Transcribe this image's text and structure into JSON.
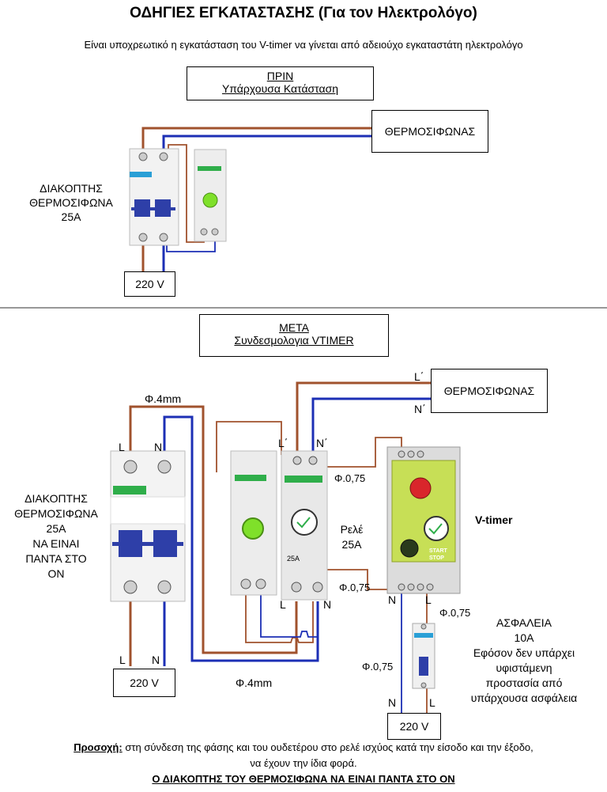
{
  "header": {
    "title": "ΟΔΗΓΙΕΣ ΕΓΚΑΤΑΣΤΑΣΗΣ (Για τον Ηλεκτρολόγο)",
    "subtitle": "Είναι υποχρεωτικό η εγκατάσταση του V-timer να γίνεται από αδειούχο εγκαταστάτη ηλεκτρολόγο"
  },
  "before": {
    "box_line1": "ΠΡΙΝ",
    "box_line2": "Υπάρχουσα Κατάσταση",
    "heater_label": "ΘΕΡΜΟΣΙΦΩΝΑΣ",
    "switch_label_1": "ΔΙΑΚΟΠΤΗΣ",
    "switch_label_2": "ΘΕΡΜΟΣΙΦΩΝΑ",
    "switch_label_3": "25A",
    "supply_label": "220 V"
  },
  "after": {
    "box_line1": "ΜΕΤΑ",
    "box_line2": "Συνδεσμολογια VTIMER",
    "heater_label": "ΘΕΡΜΟΣΙΦΩΝΑΣ",
    "l_prime": "L΄",
    "n_prime": "N΄",
    "l_prime_relay": "L΄",
    "n_prime_relay": "N΄",
    "wire_top": "Φ.4mm",
    "wire_bottom": "Φ.4mm",
    "wire_075_a": "Φ.0,75",
    "wire_075_b": "Φ.0,75",
    "wire_075_c": "Φ.0,75",
    "wire_075_d": "Φ.0,75",
    "switch_l": "L",
    "switch_n": "N",
    "switch_label_1": "ΔΙΑΚΟΠΤΗΣ",
    "switch_label_2": "ΘΕΡΜΟΣΙΦΩΝΑ",
    "switch_label_3": "25A",
    "switch_label_4": "ΝΑ ΕΙΝΑΙ",
    "switch_label_5": "ΠΑΝΤΑ ΣΤΟ",
    "switch_label_6": "ON",
    "relay_label_1": "Ρελέ",
    "relay_label_2": "25A",
    "relay_l": "L",
    "relay_n": "N",
    "vtimer_label": "V-timer",
    "vtimer_n": "N",
    "vtimer_l": "L",
    "supply_l": "L",
    "supply_n": "N",
    "supply_label": "220 V",
    "fuse_n": "N",
    "fuse_l": "L",
    "fuse_supply": "220 V",
    "fuse_label_1": "ΑΣΦΑΛΕΙΑ",
    "fuse_label_2": "10A",
    "fuse_label_3": "Εφόσον δεν υπάρχει",
    "fuse_label_4": "υφιστάμενη",
    "fuse_label_5": "προστασία από",
    "fuse_label_6": "υπάρχουσα ασφάλεια",
    "device_text_start": "START",
    "device_text_stop": "STOP",
    "device_relay_rating": "25A"
  },
  "footer": {
    "note_prefix": "Προσοχή:",
    "note_line1": " στη σύνδεση της φάσης και του ουδετέρου στο ρελέ ισχύος κατά την είσοδο και την έξοδο,",
    "note_line2": "να έχουν την ίδια φορά.",
    "warning": "Ο ΔΙΑΚΟΠΤΗΣ ΤΟΥ ΘΕΡΜΟΣΙΦΩΝΑ ΝΑ ΕΙΝΑΙ ΠΑΝΤΑ ΣΤΟ ΟΝ"
  },
  "colors": {
    "phase_wire": "#a0522d",
    "neutral_wire": "#1c2fb5",
    "breaker_handle": "#2e3fa8",
    "green_band": "#2fae4a",
    "lamp_green": "#7fe02a",
    "vtimer_body": "#c7df56",
    "vtimer_button": "#d9262b"
  }
}
